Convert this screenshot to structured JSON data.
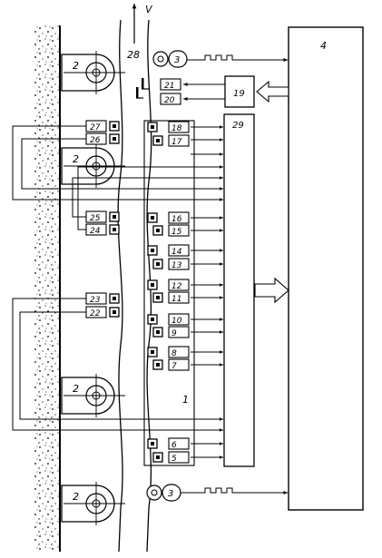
{
  "labels": {
    "arrow_v": "V",
    "belt": "28",
    "block_4": "4",
    "block_29": "29",
    "block_19": "19",
    "box_21": "21",
    "box_20": "20",
    "sensor_3_top": "3",
    "sensor_3_bottom": "3",
    "roller_2": [
      "2",
      "2",
      "2",
      "2"
    ],
    "frame_1": "1",
    "left_boxes": [
      "27",
      "26",
      "25",
      "24",
      "23",
      "22"
    ],
    "center_boxes": [
      "18",
      "17",
      "16",
      "15",
      "14",
      "13",
      "12",
      "11",
      "10",
      "9",
      "8",
      "7",
      "6",
      "5"
    ]
  }
}
